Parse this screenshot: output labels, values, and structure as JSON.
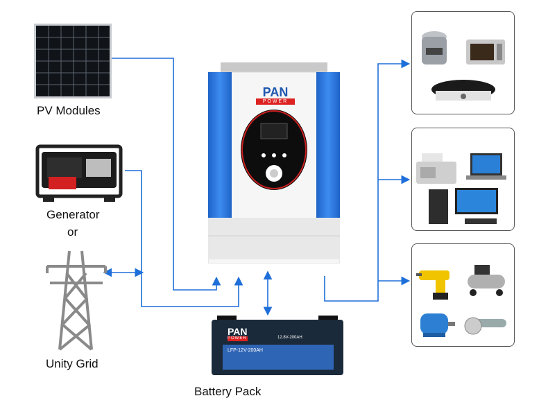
{
  "labels": {
    "pv": "PV Modules",
    "generator": "Generator",
    "or": "or",
    "grid": "Unity Grid",
    "battery": "Battery Pack"
  },
  "inverter": {
    "brand": "PAN",
    "brand_sub": "POWER"
  },
  "battery": {
    "brand": "PAN",
    "brand_sub": "POWER",
    "model": "LFP-12V-200AH",
    "spec": "12.8V-200AH"
  },
  "colors": {
    "wire": "#1e6fd9",
    "inverter_blue": "#2b7fe0",
    "battery_body": "#1b2a3a",
    "battery_label": "#2f65b5"
  },
  "icons": {
    "kitchen": [
      "rice-cooker-icon",
      "microwave-icon",
      "induction-cooker-icon"
    ],
    "office": [
      "fax-machine-icon",
      "laptop-icon",
      "desktop-computer-icon"
    ],
    "tools": [
      "drill-icon",
      "air-compressor-icon",
      "electric-motor-icon",
      "angle-grinder-icon"
    ]
  }
}
